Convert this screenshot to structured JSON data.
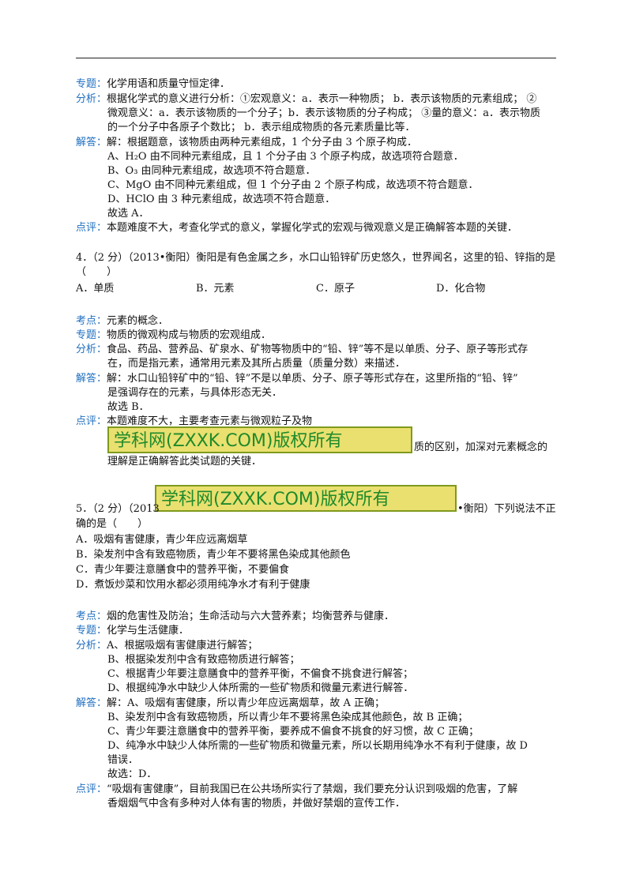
{
  "labels": {
    "zhuanti": "专题：",
    "fenxi": "分析：",
    "jieda": "解答：",
    "dianping": "点评：",
    "kaodian": "考点："
  },
  "q3": {
    "zhuanti": "化学用语和质量守恒定律．",
    "fenxi": [
      "根据化学式的意义进行分析：①宏观意义：a．表示一种物质；  b．表示该物质的元素组成；  ②",
      "微观意义：a．表示该物质的一个分子；b．表示该物质的分子构成；  ③量的意义：a．表示物质",
      "的一个分子中各原子个数比；  b．表示组成物质的各元素质量比等．"
    ],
    "jieda": [
      "解：根据题意，该物质由两种元素组成，1 个分子由 3 个原子构成．",
      "A、H₂O 由不同种元素组成，且 1 个分子由 3 个原子构成，故选项符合题意．",
      "B、O₃ 由同种元素组成，故选项不符合题意．",
      "C、MgO 由不同种元素组成，但 1 个分子由 2 个原子构成，故选项不符合题意．",
      "D、HClO 由 3 种元素组成，故选项不符合题意．",
      "故选 A．"
    ],
    "dianping": "本题难度不大，考查化学式的意义，掌握化学式的宏观与微观意义是正确解答本题的关键．"
  },
  "q4": {
    "stem": [
      "4．（2 分）（2013•衡阳）衡阳是有色金属之乡，水口山铅锌矿历史悠久，世界闻名，这里的铅、锌指的是",
      "（　　）"
    ],
    "options": [
      "A．单质",
      "B．元素",
      "C．原子",
      "D．化合物"
    ],
    "kaodian": "元素的概念．",
    "zhuanti": "物质的微观构成与物质的宏观组成．",
    "fenxi": [
      "食品、药品、营养品、矿泉水、矿物等物质中的“铅、锌”等不是以单质、分子、原子等形式存",
      "在，而是指元素，通常用元素及其所占质量（质量分数）来描述．"
    ],
    "jieda": [
      "解：水口山铅锌矿中的“铅、锌”不是以单质、分子、原子等形式存在，这里所指的“铅、锌”",
      "是强调存在的元素，与具体形态无关．",
      "故选 B．"
    ],
    "dianping": [
      "本题难度不大，主要考查元素与微观粒子及物",
      "质的区别，加深对元素概念的",
      "理解是正确解答此类试题的关键．"
    ]
  },
  "q5": {
    "stem_head": "5．（2 分）（2013",
    "stem_tail": "•衡阳）下列说法不正",
    "stem2": "确的是（　　）",
    "options": [
      "A．吸烟有害健康，青少年应远离烟草",
      "B．染发剂中含有致癌物质，青少年不要将黑色染成其他颜色",
      "C．青少年要注意膳食中的营养平衡，不要偏食",
      "D．煮饭炒菜和饮用水都必须用纯净水才有利于健康"
    ],
    "kaodian": "烟的危害性及防治；生命活动与六大营养素；均衡营养与健康．",
    "zhuanti": "化学与生活健康．",
    "fenxi": [
      "A、根据吸烟有害健康进行解答；",
      "B、根据染发剂中含有致癌物质进行解答；",
      "C、根据青少年要注意膳食中的营养平衡，不偏食不挑食进行解答；",
      "D、根据纯净水中缺少人体所需的一些矿物质和微量元素进行解答．"
    ],
    "jieda": [
      "解：A、吸烟有害健康，所以青少年应远离烟草，故 A 正确；",
      "B、染发剂中含有致癌物质，所以青少年不要将黑色染成其他颜色，故 B 正确；",
      "C、青少年要注意膳食中的营养平衡，要养成不偏食不挑食的好习惯，故 C 正确；",
      "D、纯净水中缺少人体所需的一些矿物质和微量元素，所以长期用纯净水不有利于健康，故 D",
      "错误．",
      "故选：D．"
    ],
    "dianping": [
      "“吸烟有害健康”，目前我国已在公共场所实行了禁烟，我们要充分认识到吸烟的危害，了解",
      "香烟烟气中含有多种对人体有害的物质，并做好禁烟的宣传工作．"
    ]
  },
  "watermark": "学科网(ZXXK.COM)版权所有"
}
